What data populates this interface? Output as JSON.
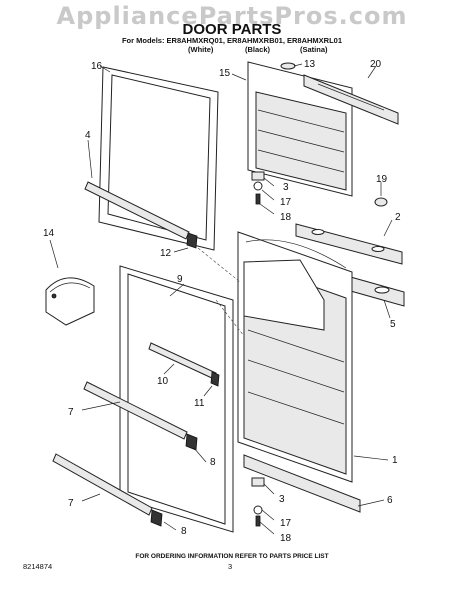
{
  "watermark": "AppliancePartsPros.com",
  "title": "DOOR PARTS",
  "models_line": "For Models: ER8AHMXRQ01, ER8AHMXRB01, ER8AHMXRL01",
  "variants": [
    "(White)",
    "(Black)",
    "(Satina)"
  ],
  "part_labels": {
    "p16": "16",
    "p15": "15",
    "p13": "13",
    "p20": "20",
    "p4": "4",
    "p3a": "3",
    "p17a": "17",
    "p18a": "18",
    "p19": "19",
    "p2": "2",
    "p14": "14",
    "p12": "12",
    "p9": "9",
    "p5": "5",
    "p10": "10",
    "p11": "11",
    "p7a": "7",
    "p8a": "8",
    "p1": "1",
    "p6": "6",
    "p3b": "3",
    "p7b": "7",
    "p17b": "17",
    "p18b": "18",
    "p8b": "8"
  },
  "footer_note": "FOR ORDERING INFORMATION REFER TO PARTS PRICE LIST",
  "doc_number": "8214874",
  "page_number": "3"
}
